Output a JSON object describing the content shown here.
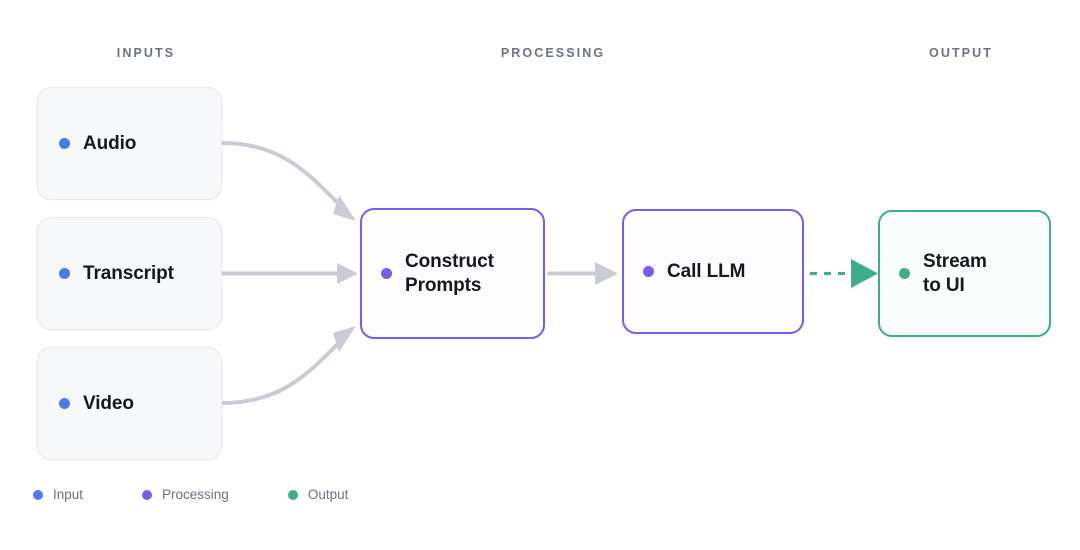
{
  "columns": [
    {
      "id": "inputs",
      "label": "INPUTS"
    },
    {
      "id": "processing",
      "label": "PROCESSING"
    },
    {
      "id": "output",
      "label": "OUTPUT"
    }
  ],
  "nodes": {
    "audio": {
      "label": "Audio",
      "type": "input",
      "dot_color": "#4b7bea"
    },
    "transcript": {
      "label": "Transcript",
      "type": "input",
      "dot_color": "#4b7bea"
    },
    "video": {
      "label": "Video",
      "type": "input",
      "dot_color": "#4b7bea"
    },
    "construct": {
      "label": "Construct\nPrompts",
      "type": "processing",
      "dot_color": "#7c5ce4"
    },
    "call_llm": {
      "label": "Call LLM",
      "type": "processing",
      "dot_color": "#7c5ce4"
    },
    "stream": {
      "label": "Stream\nto UI",
      "type": "output",
      "dot_color": "#3aaf88"
    }
  },
  "edges": [
    {
      "id": "audio-to-construct",
      "from": "audio",
      "to": "construct",
      "style": "curved",
      "color": "#c9ccd4"
    },
    {
      "id": "transcript-to-construct",
      "from": "transcript",
      "to": "construct",
      "style": "straight",
      "color": "#c9ccd4"
    },
    {
      "id": "video-to-construct",
      "from": "video",
      "to": "construct",
      "style": "curved",
      "color": "#c9ccd4"
    },
    {
      "id": "construct-to-callllm",
      "from": "construct",
      "to": "call_llm",
      "style": "straight",
      "color": "#c9ccd4"
    },
    {
      "id": "callllm-to-stream",
      "from": "call_llm",
      "to": "stream",
      "style": "dashed",
      "color": "#3aaf88"
    }
  ],
  "legend": [
    {
      "id": "input",
      "label": "Input",
      "color": "#4b7bea"
    },
    {
      "id": "processing",
      "label": "Processing",
      "color": "#7c5ce4"
    },
    {
      "id": "output",
      "label": "Output",
      "color": "#3aaf88"
    }
  ],
  "colors": {
    "input": "#4b7bea",
    "processing": "#7c5ce4",
    "output": "#3aaf88",
    "connector_gray": "#c9ccd4",
    "header_text": "#6b7280",
    "node_text": "#16181d",
    "background": "#ffffff"
  }
}
